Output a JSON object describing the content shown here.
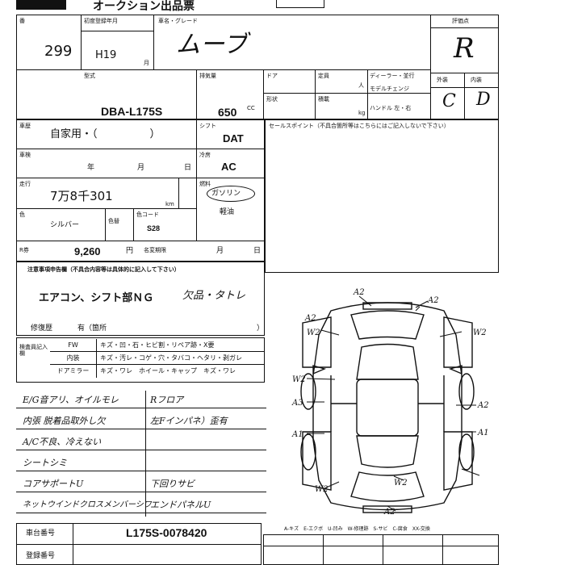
{
  "header": {
    "title": "オークション出品票"
  },
  "lot": {
    "label": "番",
    "value": "299"
  },
  "first_reg": {
    "label": "初度登録年月",
    "era": "H19",
    "month_unit": "月"
  },
  "car_name": {
    "label": "車名・グレード",
    "value": "ムーブ"
  },
  "grade": {
    "label": "評価点",
    "score": "R",
    "exterior_label": "外装",
    "interior_label": "内装",
    "exterior": "C",
    "interior": "D"
  },
  "model": {
    "label": "型式",
    "value": "DBA-L175S"
  },
  "displacement": {
    "label": "排気量",
    "value": "650",
    "unit": "CC"
  },
  "doors": {
    "label": "ドア"
  },
  "capacity": {
    "label": "定員",
    "unit": "人"
  },
  "dealer": {
    "label": "ディーラー・並行"
  },
  "model_change": {
    "label": "モデルチェンジ"
  },
  "body_shape": {
    "label": "形状"
  },
  "load": {
    "label": "積載",
    "unit": "kg"
  },
  "handle": {
    "label": "ハンドル 左・右"
  },
  "usage": {
    "label": "車歴",
    "value": "自家用・（　　　　　）"
  },
  "shift": {
    "label": "シフト",
    "value": "DAT"
  },
  "sales_point": {
    "label": "セールスポイント（不具合箇所等はこちらにはご記入しないで下さい）"
  },
  "inspection": {
    "label": "車検",
    "year": "年",
    "month": "月",
    "day": "日"
  },
  "ac": {
    "label": "冷房",
    "value": "AC"
  },
  "mileage": {
    "label": "走行",
    "value": "7万8千301",
    "unit": "km"
  },
  "fuel": {
    "label": "燃料",
    "value": "ガソリン",
    "alt": "軽油"
  },
  "color": {
    "label": "色",
    "value": "シルバー",
    "code_label": "色コード",
    "code": "S28",
    "paint_label": "色替"
  },
  "recycle": {
    "label": "R券",
    "value": "9,260",
    "unit": "円",
    "limit_label": "名変期限",
    "month": "月",
    "day": "日"
  },
  "notes": {
    "label": "注意事項申告欄（不具合内容等は具体的に記入して下さい）",
    "text": "エアコン、シフト部ＮＧ",
    "handwritten": "欠品・タトレ",
    "repair_label": "修復歴",
    "repair_value": "有（箇所",
    "repair_close": "）"
  },
  "checks": {
    "label": "検査員記入欄",
    "rows": [
      {
        "label": "FW",
        "items": "キズ・凹・石・ヒビ割・リペア跡・X要"
      },
      {
        "label": "内装",
        "items": "キズ・汚レ・コゲ・穴・タバコ・ヘタリ・剥ガレ"
      },
      {
        "label": "ドアミラー",
        "items": "キズ・ワレ　ホイール・キャップ　キズ・ワレ"
      }
    ]
  },
  "inspector_notes": {
    "left": [
      "E/G音アリ、オイルモレ",
      "内張 脱着品取外し欠",
      "A/C不良、冷えない",
      "シートシミ",
      "コアサポートU",
      "ネットウインドクロスメンバーシワ"
    ],
    "right": [
      "Rフロア",
      "左Fインパネ）歪有",
      "",
      "",
      "下回りサビ",
      "エンドパネルU"
    ]
  },
  "diagram_marks": [
    "A2",
    "A2",
    "A2",
    "W2",
    "W2",
    "W2",
    "A3",
    "A1",
    "A2",
    "W2",
    "W2",
    "A1",
    "A2"
  ],
  "bottom": {
    "chassis_label": "車台番号",
    "chassis_value": "L175S-0078420",
    "reg_label": "登録番号"
  },
  "legend": "A-キズ　E-エクボ　U-凹み　W-修理跡　S-サビ　C-腐食　XX-交換"
}
